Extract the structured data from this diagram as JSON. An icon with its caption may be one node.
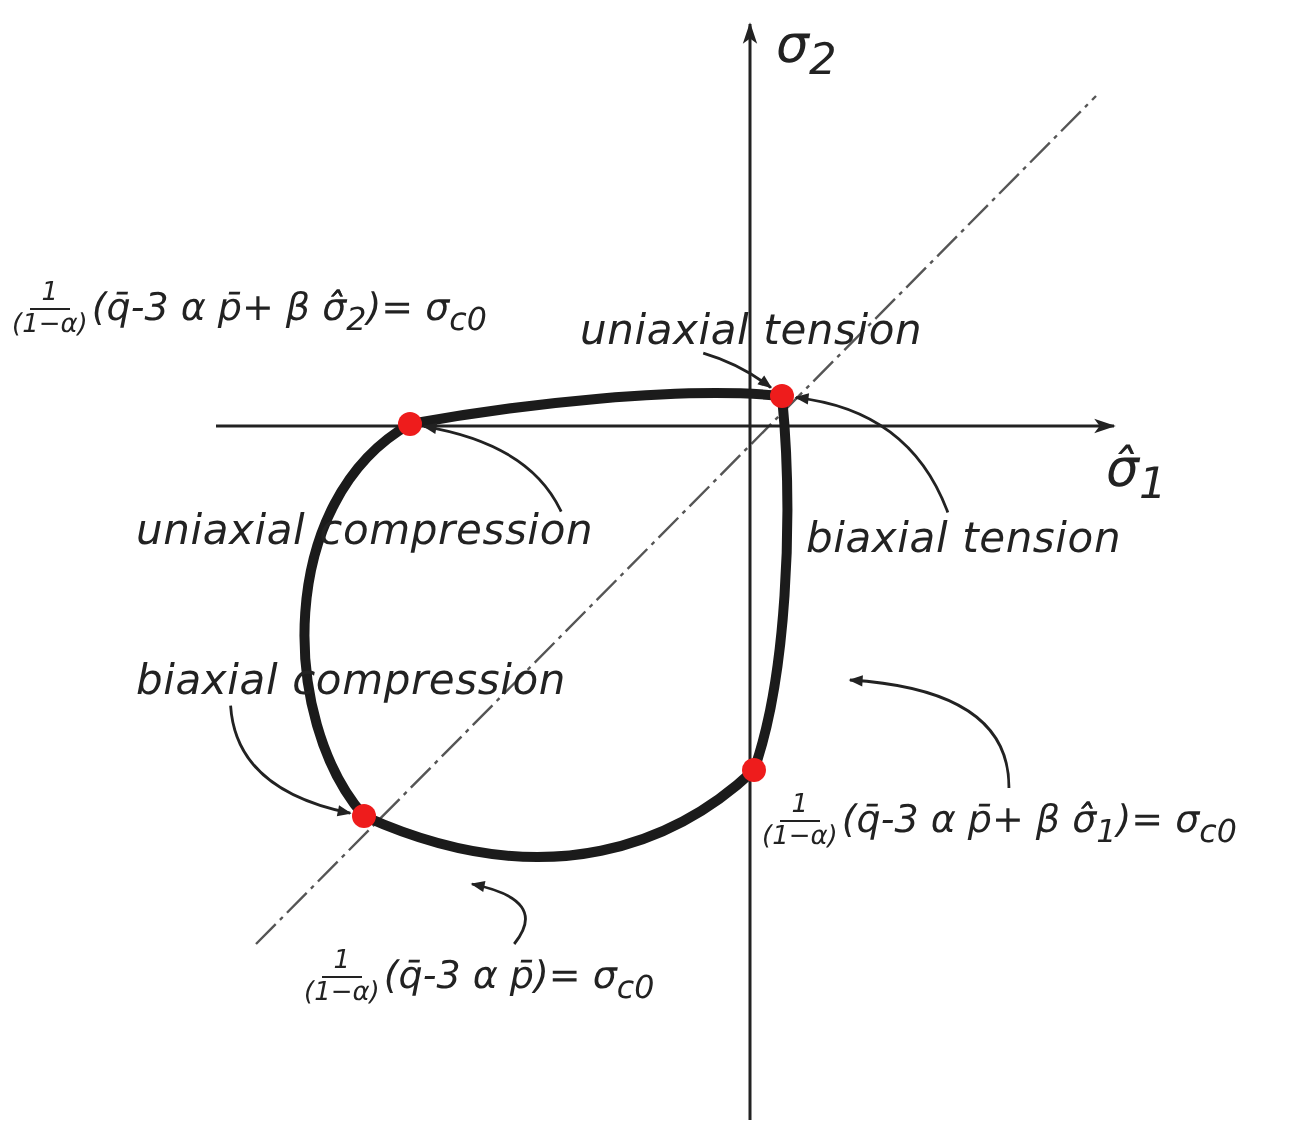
{
  "diagram": {
    "nodes": [
      {
        "text": [
          "uniaxial tension"
        ]
      },
      {
        "text": [],
        "shape": "circle"
      },
      {
        "text": [],
        "shape": "circle"
      },
      {
        "text": [
          "uniaxial compression"
        ]
      },
      {
        "text": [
          "biaxial tension"
        ]
      },
      {
        "text": [
          "biaxial compression"
        ]
      },
      {
        "text": [],
        "shape": "circle"
      },
      {
        "text": [],
        "shape": "circle"
      },
      {
        "text": [
          "1",
          "(1−α)",
          "(q̄-3 α p̄+ β σ̂̂$_{1}$)= σ$_{c0}$"
        ]
      },
      {
        "text": [
          "1",
          "(1−α)",
          "(q̄-3 α p̄)= σ$_{c0}$"
        ]
      }
    ],
    "edges": [
      {
        "from": 0,
        "to": 1,
        "arrow": "to"
      },
      {
        "from": 4,
        "to": 1,
        "arrow": "to"
      },
      {
        "from": 3,
        "to": 2,
        "arrow": "to"
      },
      {
        "from": 5,
        "to": 7,
        "arrow": "to"
      },
      {
        "from": 8,
        "to": null,
        "arrow": "to"
      },
      {
        "from": 9,
        "to": null,
        "arrow": "to"
      }
    ],
    "labels": [
      "σ$_{2}$",
      "1",
      "(1−α)",
      "(q̄-3 α p̄+ β σ̂̂$_{2}$)= σ$_{c0}$",
      "σ̂$_{1}$"
    ]
  }
}
